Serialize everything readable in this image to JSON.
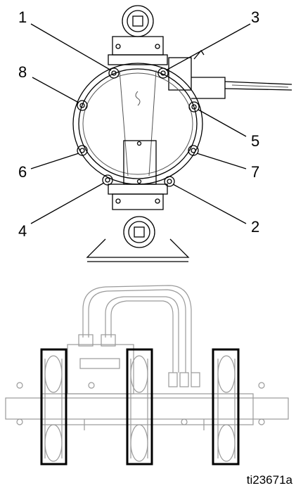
{
  "callouts": [
    {
      "id": "1",
      "label": "1"
    },
    {
      "id": "2",
      "label": "2"
    },
    {
      "id": "3",
      "label": "3"
    },
    {
      "id": "4",
      "label": "4"
    },
    {
      "id": "5",
      "label": "5"
    },
    {
      "id": "6",
      "label": "6"
    },
    {
      "id": "7",
      "label": "7"
    },
    {
      "id": "8",
      "label": "8"
    }
  ],
  "figure_ref": "ti23671a"
}
